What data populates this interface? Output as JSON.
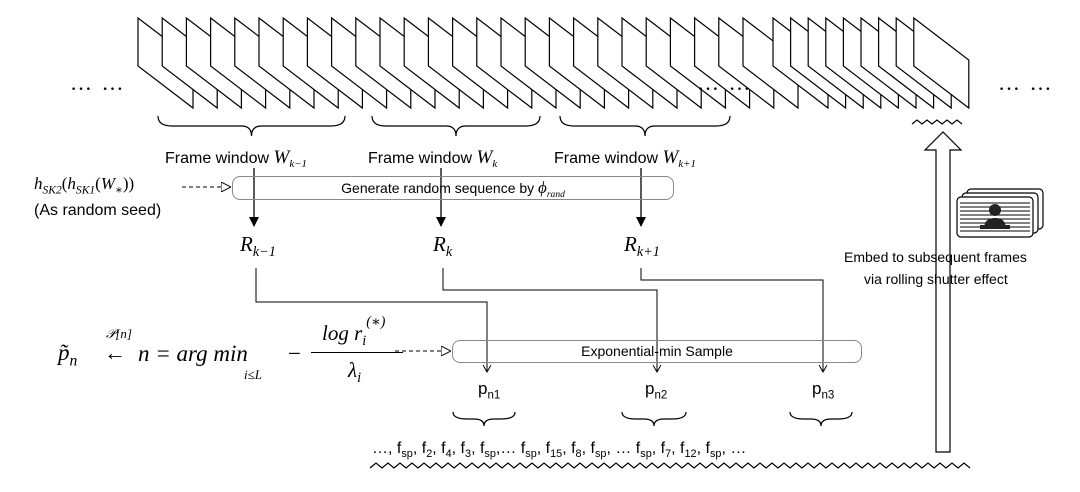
{
  "dots": {
    "left": "… …",
    "middle": "… …",
    "right": "… …"
  },
  "windows": [
    {
      "label": "Frame window ",
      "var": "W",
      "sub": "k−1"
    },
    {
      "label": "Frame window ",
      "var": "W",
      "sub": "k"
    },
    {
      "label": "Frame window ",
      "var": "W",
      "sub": "k+1"
    }
  ],
  "seed": {
    "formula_h2": "h",
    "formula_h2_sub": "SK2",
    "formula_h1": "h",
    "formula_h1_sub": "SK1",
    "formula_w": "W",
    "formula_w_sub": "∗",
    "note": "(As random seed)"
  },
  "generate_box": {
    "text": "Generate random sequence by ",
    "phi": "ϕ",
    "phi_sub": "rand"
  },
  "r_nodes": [
    {
      "var": "R",
      "sub": "k−1"
    },
    {
      "var": "R",
      "sub": "k"
    },
    {
      "var": "R",
      "sub": "k+1"
    }
  ],
  "formula": {
    "p": "p̃",
    "p_sub": "n",
    "arrow_label": "𝒫[n]",
    "n_eq": "n = arg min",
    "min_sub": "i≤L",
    "numerator": "log r",
    "numerator_sub": "i",
    "numerator_sup": "(∗)",
    "denominator": "λ",
    "denominator_sub": "i"
  },
  "exp_box": {
    "text": "Exponential-min Sample"
  },
  "p_nodes": [
    {
      "text": "p",
      "sub": "n1"
    },
    {
      "text": "p",
      "sub": "n2"
    },
    {
      "text": "p",
      "sub": "n3"
    }
  ],
  "sequence": {
    "items": [
      "…, ",
      "f",
      "sp",
      ", ",
      "f",
      "2",
      ", ",
      "f",
      "4",
      ", ",
      "f",
      "3",
      ", ",
      "f",
      "sp",
      ",… ",
      "f",
      "sp",
      ", ",
      "f",
      "15",
      ", ",
      "f",
      "8",
      ", ",
      "f",
      "sp",
      ", … ",
      "f",
      "sp",
      ", ",
      "f",
      "7",
      ", ",
      "f",
      "12",
      ", ",
      "f",
      "sp",
      ", …"
    ]
  },
  "embed_note": {
    "line1": "Embed to subsequent frames",
    "line2": "via rolling shutter effect"
  },
  "icon": "video-frames-person-icon"
}
